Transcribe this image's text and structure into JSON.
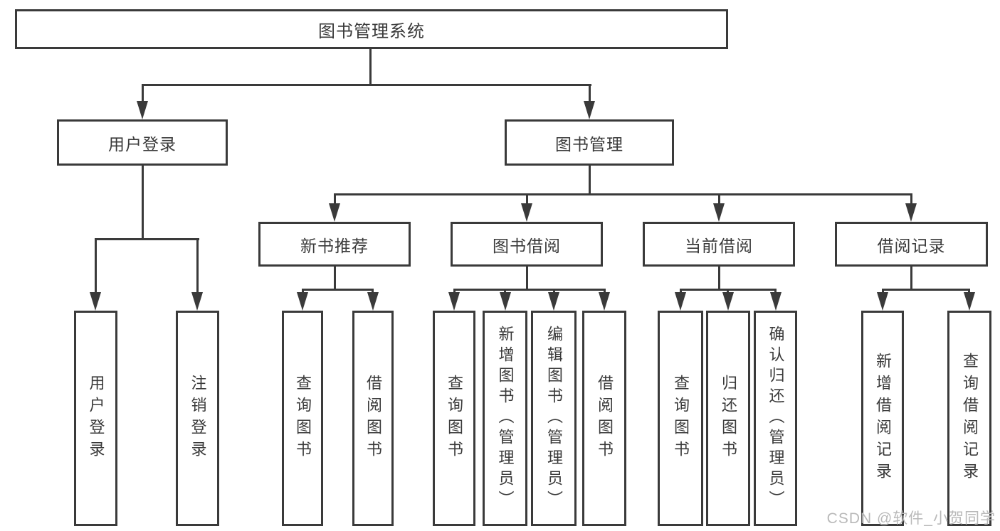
{
  "colors": {
    "line": "#3a3a3a",
    "text": "#3a3a3a",
    "watermark": "#b9b9b9",
    "background": "#ffffff"
  },
  "tree": {
    "root": "图书管理系统",
    "level2": [
      "用户登录",
      "图书管理"
    ],
    "level3": [
      "新书推荐",
      "图书借阅",
      "当前借阅",
      "借阅记录"
    ],
    "leafGroups": [
      [
        "用户登录",
        "注销登录"
      ],
      [
        "查询图书",
        "借阅图书"
      ],
      [
        "查询图书",
        "新增图书（管理员）",
        "编辑图书（管理员）",
        "借阅图书"
      ],
      [
        "查询图书",
        "归还图书",
        "确认归还（管理员）"
      ],
      [
        "新增借阅记录",
        "查询借阅记录"
      ]
    ]
  },
  "watermark": "CSDN @软件_小贺同学"
}
